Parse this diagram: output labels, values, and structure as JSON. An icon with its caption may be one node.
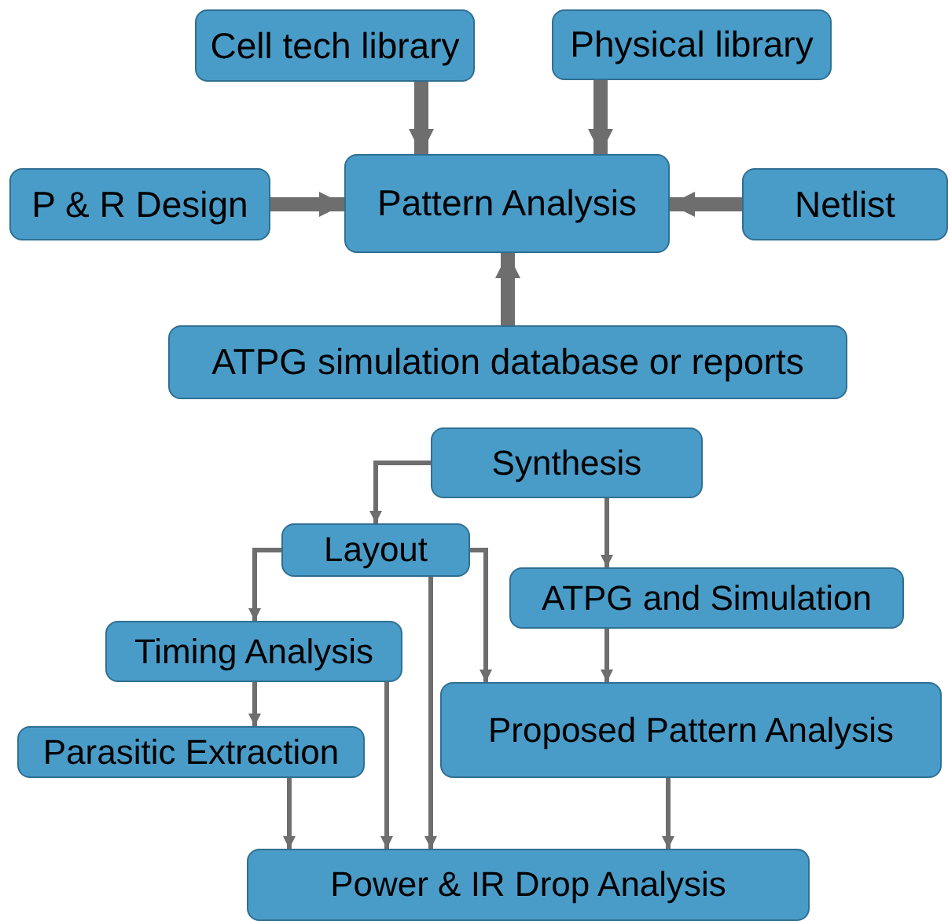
{
  "diagram": {
    "nodes": [
      {
        "text": [
          "Cell tech library"
        ]
      },
      {
        "text": [
          "Physical library"
        ]
      },
      {
        "text": [
          "P & R Design"
        ]
      },
      {
        "text": [
          "Pattern Analysis"
        ]
      },
      {
        "text": [
          "Netlist"
        ]
      },
      {
        "text": [
          "ATPG simulation database or reports"
        ]
      },
      {
        "text": [
          "Synthesis"
        ]
      },
      {
        "text": [
          "Layout"
        ]
      },
      {
        "text": [
          "ATPG and Simulation"
        ]
      },
      {
        "text": [
          "Timing Analysis"
        ]
      },
      {
        "text": [
          "Parasitic Extraction"
        ]
      },
      {
        "text": [
          "Proposed Pattern Analysis"
        ]
      },
      {
        "text": [
          "Power & IR Drop Analysis"
        ]
      }
    ],
    "edges": [
      {
        "from": 0,
        "to": 3,
        "arrow": "to",
        "style": "thick"
      },
      {
        "from": 1,
        "to": 3,
        "arrow": "to",
        "style": "thick"
      },
      {
        "from": 2,
        "to": 3,
        "arrow": "to",
        "style": "thick"
      },
      {
        "from": 4,
        "to": 3,
        "arrow": "to",
        "style": "thick"
      },
      {
        "from": 5,
        "to": 3,
        "arrow": "to",
        "style": "thick"
      },
      {
        "from": 6,
        "to": 7,
        "arrow": "to"
      },
      {
        "from": 6,
        "to": 8,
        "arrow": "to"
      },
      {
        "from": 7,
        "to": 9,
        "arrow": "to"
      },
      {
        "from": 7,
        "to": 11,
        "arrow": "to"
      },
      {
        "from": 7,
        "to": 12,
        "arrow": "to"
      },
      {
        "from": 9,
        "to": 10,
        "arrow": "to"
      },
      {
        "from": 9,
        "to": 12,
        "arrow": "to"
      },
      {
        "from": 10,
        "to": 12,
        "arrow": "to"
      },
      {
        "from": 8,
        "to": 11,
        "arrow": "to"
      },
      {
        "from": 11,
        "to": 12,
        "arrow": "to"
      }
    ]
  }
}
